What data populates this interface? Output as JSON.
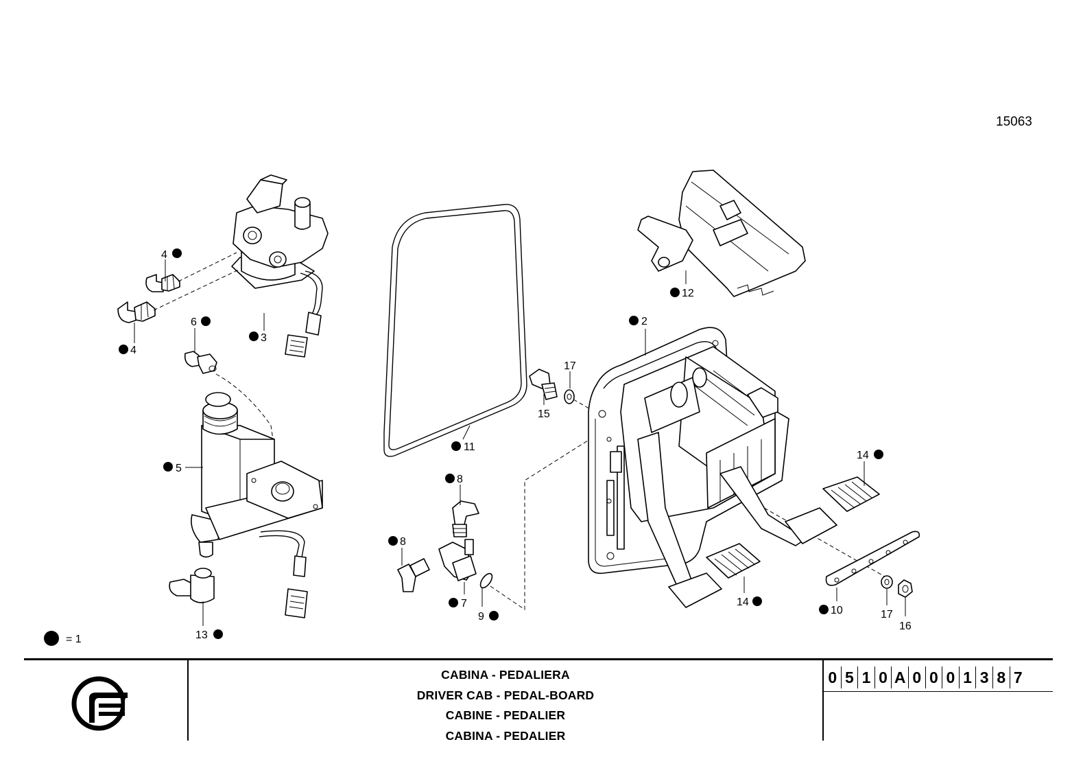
{
  "drawing_number": "15063",
  "legend": {
    "text": "= 1"
  },
  "callouts": [
    {
      "id": "c-4a",
      "text": "4"
    },
    {
      "id": "c-4b",
      "text": "4"
    },
    {
      "id": "c-3",
      "text": "3"
    },
    {
      "id": "c-6",
      "text": "6"
    },
    {
      "id": "c-5",
      "text": "5"
    },
    {
      "id": "c-13",
      "text": "13"
    },
    {
      "id": "c-11",
      "text": "11"
    },
    {
      "id": "c-8a",
      "text": "8"
    },
    {
      "id": "c-8b",
      "text": "8"
    },
    {
      "id": "c-7",
      "text": "7"
    },
    {
      "id": "c-9",
      "text": "9"
    },
    {
      "id": "c-15",
      "text": "15"
    },
    {
      "id": "c-17a",
      "text": "17"
    },
    {
      "id": "c-2",
      "text": "2"
    },
    {
      "id": "c-12",
      "text": "12"
    },
    {
      "id": "c-14a",
      "text": "14"
    },
    {
      "id": "c-14b",
      "text": "14"
    },
    {
      "id": "c-10",
      "text": "10"
    },
    {
      "id": "c-17b",
      "text": "17"
    },
    {
      "id": "c-16",
      "text": "16"
    }
  ],
  "title_block": {
    "titles": [
      "CABINA - PEDALIERA",
      "DRIVER CAB - PEDAL-BOARD",
      "CABINE - PEDALIER",
      "CABINA - PEDALIER"
    ],
    "code_chars": [
      "0",
      "5",
      "1",
      "0",
      "A",
      "0",
      "0",
      "0",
      "1",
      "3",
      "8",
      "7"
    ]
  }
}
